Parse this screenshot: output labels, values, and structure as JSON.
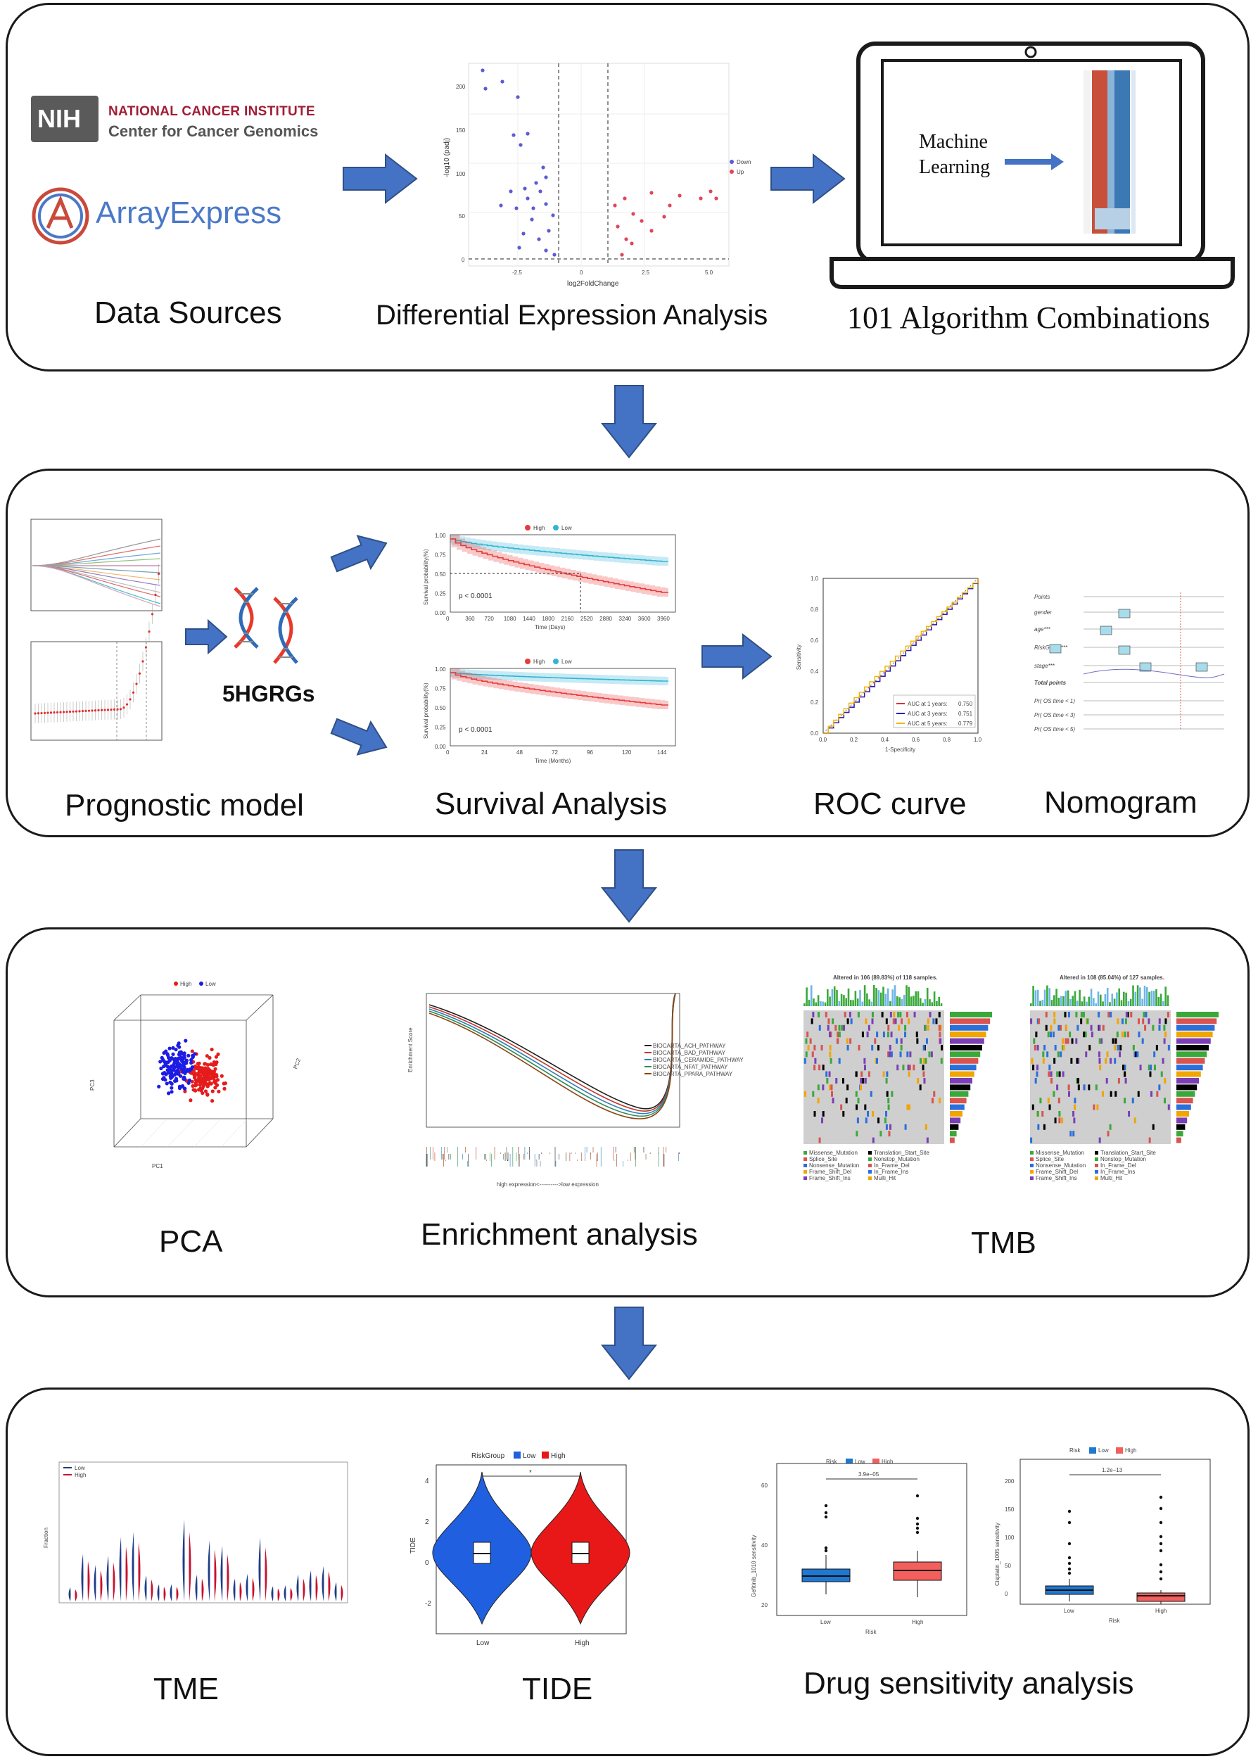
{
  "colors": {
    "arrow": "#4472c4",
    "arrow_stroke": "#2f4f86",
    "high": "#e83b3b",
    "low": "#33b4d4"
  },
  "panel1": {
    "nih_badge": "NIH",
    "nci_line1": "NATIONAL CANCER INSTITUTE",
    "nci_line2": "Center for Cancer Genomics",
    "arrayexpress": "ArrayExpress",
    "caption_sources": "Data Sources",
    "caption_dea": "Differential Expression Analysis",
    "caption_algo": "101 Algorithm Combinations",
    "volcano": {
      "ylabel": "-log10 (padj)",
      "xlabel": "log2FoldChange",
      "legend_down": "Down",
      "legend_up": "Up",
      "yticks": [
        "200",
        "150",
        "100",
        "50",
        "0"
      ],
      "xticks": [
        "-2.5",
        "0",
        "2.5",
        "5.0"
      ]
    },
    "ml_line1": "Machine",
    "ml_line2": "Learning"
  },
  "panel2": {
    "caption_prognostic": "Prognostic model",
    "caption_survival": "Survival Analysis",
    "caption_roc": "ROC curve",
    "caption_nomogram": "Nomogram",
    "hgrgs": "5HGRGs",
    "km1": {
      "legend_high": "High",
      "legend_low": "Low",
      "ylabel": "Survival probability(%)",
      "xlabel": "Time (Days)",
      "pval": "p < 0.0001",
      "xticks": [
        "0",
        "360",
        "720",
        "1080",
        "1440",
        "1800",
        "2160",
        "2520",
        "2880",
        "3240",
        "3600",
        "3960"
      ],
      "yticks": [
        "1.00",
        "0.75",
        "0.50",
        "0.25",
        "0.00"
      ]
    },
    "km2": {
      "legend_high": "High",
      "legend_low": "Low",
      "ylabel": "Survival probability(%)",
      "xlabel": "Time (Months)",
      "pval": "p < 0.0001",
      "xticks": [
        "0",
        "24",
        "48",
        "72",
        "96",
        "120",
        "144"
      ],
      "yticks": [
        "1.00",
        "0.75",
        "0.50",
        "0.25",
        "0.00"
      ]
    },
    "roc": {
      "ylabel": "Sensitivity",
      "xlabel": "1-Specificity",
      "legend": [
        "AUC at 1 years:",
        "AUC at 3 years:",
        "AUC at 5 years:"
      ],
      "auc": [
        "0.750",
        "0.751",
        "0.779"
      ],
      "ticks": [
        "0.0",
        "0.2",
        "0.4",
        "0.6",
        "0.8",
        "1.0"
      ]
    },
    "nomogram": {
      "rows": [
        "Points",
        "gender",
        "age***",
        "RiskGroup***",
        "stage***",
        "Total points",
        "Pr( OS time < 1)",
        "Pr( OS time < 3)",
        "Pr( OS time < 5)"
      ]
    }
  },
  "panel3": {
    "caption_pca": "PCA",
    "caption_enrich": "Enrichment analysis",
    "caption_tmb": "TMB",
    "pca": {
      "legend_high": "High",
      "legend_low": "Low",
      "xlabel": "PC1",
      "ylabel": "PC3",
      "zlabel": "PC2"
    },
    "gsea": {
      "ylabel": "Enrichment Score",
      "bottom": "high expression<---------->low expression",
      "legend": [
        "BIOCARTA_ACH_PATHWAY",
        "BIOCARTA_BAD_PATHWAY",
        "BIOCARTA_CERAMIDE_PATHWAY",
        "BIOCARTA_NFAT_PATHWAY",
        "BIOCARTA_PPARA_PATHWAY"
      ]
    },
    "tmb1_title": "Altered in 106 (89.83%) of 118 samples.",
    "tmb2_title": "Altered in 108 (85.04%) of 127 samples.",
    "tmb_legend": [
      "Missense_Mutation",
      "Splice_Site",
      "Nonsense_Mutation",
      "Frame_Shift_Del",
      "Frame_Shift_Ins",
      "Translation_Start_Site",
      "Nonstop_Mutation",
      "In_Frame_Del",
      "In_Frame_Ins",
      "Multi_Hit"
    ]
  },
  "panel4": {
    "caption_tme": "TME",
    "caption_tide": "TIDE",
    "caption_drug": "Drug sensitivity analysis",
    "tme": {
      "legend_low": "Low",
      "legend_high": "High",
      "ylabel": "Fraction"
    },
    "tide": {
      "legend_title": "RiskGroup",
      "legend_low": "Low",
      "legend_high": "High",
      "ylabel": "TIDE",
      "xlabels": [
        "Low",
        "High"
      ],
      "sig": "*",
      "yticks": [
        "4",
        "2",
        "0",
        "-2"
      ]
    },
    "drug1": {
      "legend_title": "Risk",
      "legend_low": "Low",
      "legend_high": "High",
      "pval": "3.9e−05",
      "ylabel": "Gefitinib_1010 sensitivity",
      "xlabel": "Risk",
      "xlabels": [
        "Low",
        "High"
      ],
      "yticks": [
        "60",
        "40",
        "20"
      ]
    },
    "drug2": {
      "legend_title": "Risk",
      "legend_low": "Low",
      "legend_high": "High",
      "pval": "1.2e−13",
      "ylabel": "Cisplatin_1005 sensitivity",
      "xlabel": "Risk",
      "xlabels": [
        "Low",
        "High"
      ],
      "yticks": [
        "200",
        "150",
        "100",
        "50",
        "0"
      ]
    }
  }
}
